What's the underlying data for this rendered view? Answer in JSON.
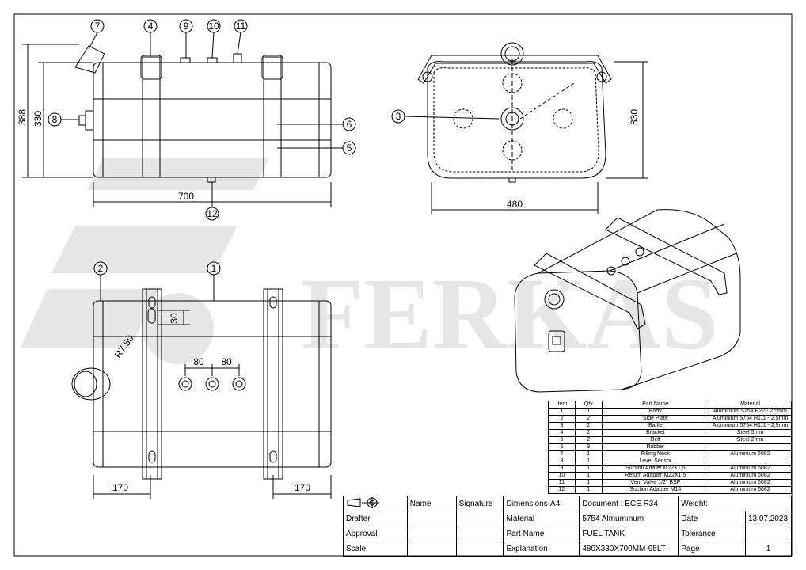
{
  "watermark": {
    "text": "FERKAS"
  },
  "callouts": [
    "1",
    "2",
    "3",
    "4",
    "5",
    "6",
    "7",
    "8",
    "9",
    "10",
    "11",
    "12"
  ],
  "dimensions": {
    "height_388": "388",
    "height_330_left": "330",
    "length_700": "700",
    "width_480": "480",
    "height_330_right": "330",
    "bracket_offset_30": "30",
    "radius": "R7,50",
    "spacing_80_a": "80",
    "spacing_80_b": "80",
    "edge_170_left": "170",
    "edge_170_right": "170"
  },
  "parts_list": {
    "headers": [
      "Item",
      "Qty",
      "Part Name",
      "Material"
    ],
    "rows": [
      [
        "1",
        "1",
        "Body",
        "Aluminium 5754 H22 - 2,5mm"
      ],
      [
        "2",
        "2",
        "Side Plate",
        "Aluminium 5754 H111 - 2,5mm"
      ],
      [
        "3",
        "2",
        "Baffle",
        "Aluminium 5754 H111 - 2,5mm"
      ],
      [
        "4",
        "2",
        "Bracket",
        "Steel 5mm"
      ],
      [
        "5",
        "2",
        "Belt",
        "Steel 2mm"
      ],
      [
        "6",
        "3",
        "Rubber",
        ""
      ],
      [
        "7",
        "1",
        "Filling Neck",
        "Aluminium 6082"
      ],
      [
        "8",
        "1",
        "Level Sensor",
        ""
      ],
      [
        "9",
        "1",
        "Suction Adater M22X1,5",
        "Aluminium 6082"
      ],
      [
        "10",
        "1",
        "Return Adapter M22X1,5",
        "Aluminium 6082"
      ],
      [
        "11",
        "1",
        "Vent Valve 1/2\" BSP",
        "Aluminium 6082"
      ],
      [
        "12",
        "1",
        "Suction Adapter M14",
        "Aluminium 6082"
      ]
    ]
  },
  "title_block": {
    "name_label": "Name",
    "signature_label": "Signature",
    "dimensions": "Dimensions-A4",
    "document": "Document : ECE R34",
    "weight_label": "Weight:",
    "drafter_label": "Drafter",
    "material_label": "Material",
    "material_value": "5754 Almumınum",
    "date_label": "Date",
    "date_value": "13.07.2023",
    "approval_label": "Approval",
    "part_name_label": "Part Name",
    "part_name_value": "FUEL TANK",
    "tolerance_label": "Tolerance",
    "scale_label": "Scale",
    "explanation_label": "Explanation",
    "explanation_value": "480X330X700MM-95LT",
    "page_label": "Page",
    "page_value": "1"
  }
}
